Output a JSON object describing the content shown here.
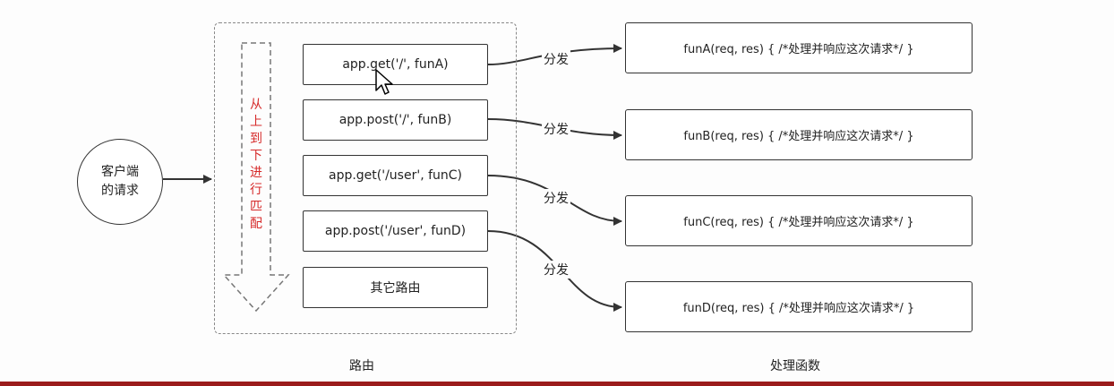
{
  "client": {
    "line1": "客户端",
    "line2": "的请求"
  },
  "router": {
    "flow_label": "从\n上\n到\n下\n进\n行\n匹\n配",
    "routes": [
      "app.get('/', funA)",
      "app.post('/', funB)",
      "app.get('/user', funC)",
      "app.post('/user', funD)",
      "其它路由"
    ],
    "caption": "路由"
  },
  "dispatch_label": "分发",
  "handlers": {
    "items": [
      "funA(req, res) { /*处理并响应这次请求*/ }",
      "funB(req, res) { /*处理并响应这次请求*/ }",
      "funC(req, res) { /*处理并响应这次请求*/ }",
      "funD(req, res) { /*处理并响应这次请求*/ }"
    ],
    "caption": "处理函数"
  },
  "colors": {
    "flow_label": "#d62a2a",
    "bottom_bar": "#9b1c1c",
    "stroke": "#333333"
  }
}
